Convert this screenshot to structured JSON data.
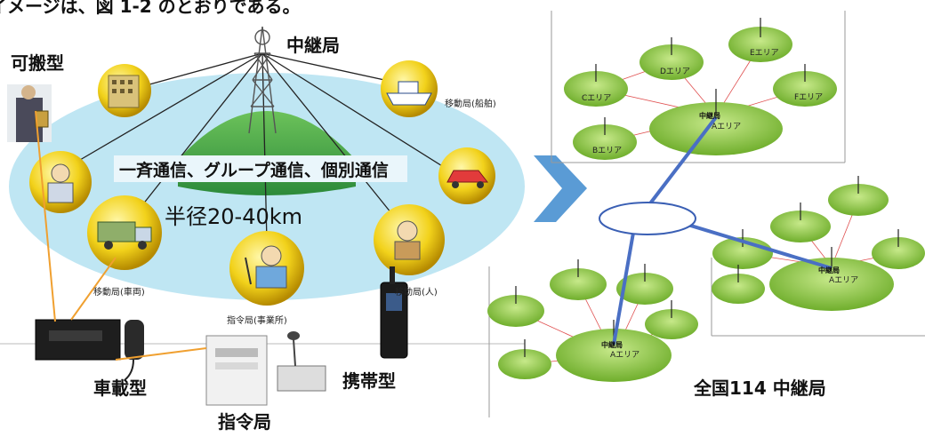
{
  "header_text": "イメージは、図 1-2 のとおりである。",
  "left": {
    "relay_station": "中継局",
    "portable_type": "可搬型",
    "mobile_ship": "移動局(船舶)",
    "broadcast_modes": "一斉通信、グループ通信、個別通信",
    "radius": "半径20-40km",
    "mobile_vehicle": "移動局(車両)",
    "dispatch_office": "指令局(事業所)",
    "mobile_person": "移動局(人)",
    "vehicle_type": "車載型",
    "handheld_type": "携帯型",
    "dispatch_station": "指令局"
  },
  "right": {
    "national_relays": "全国114 中継局",
    "node_label": "中継局",
    "areas": [
      "Aエリア",
      "Bエリア",
      "Cエリア",
      "Dエリア",
      "Eエリア",
      "Fエリア"
    ]
  },
  "colors": {
    "ellipse": "#bfe6f3",
    "hill": "#3aa64a",
    "arrow": "#5a9bd5",
    "blue_link": "#4a6fc4",
    "orange_link": "#f0a030",
    "area_green": "#8cc63f"
  }
}
